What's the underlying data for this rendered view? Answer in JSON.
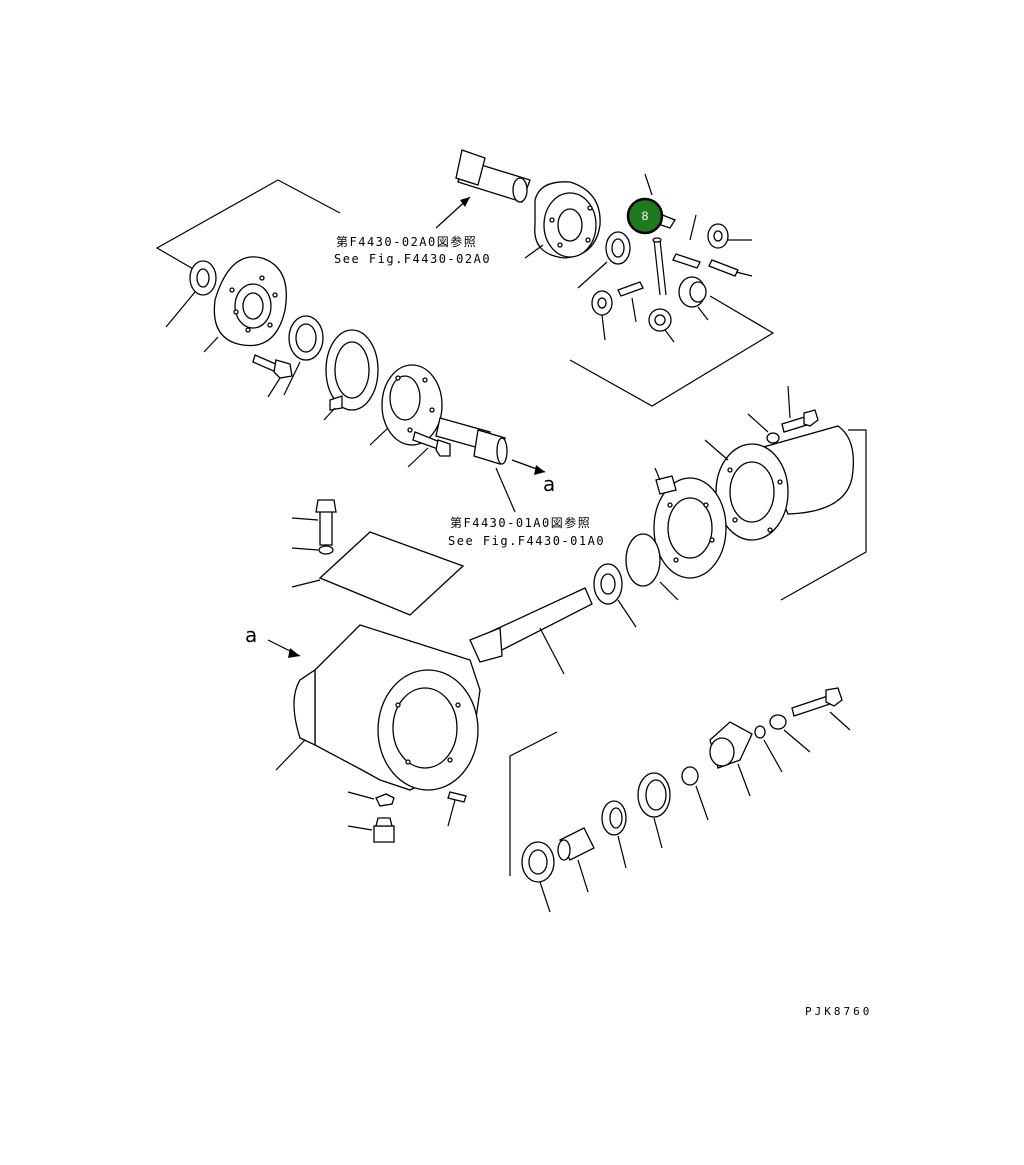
{
  "diagram": {
    "references": [
      {
        "jp": "第F4430-02A0図参照",
        "en": "See Fig.F4430-02A0"
      },
      {
        "jp": "第F4430-01A0図参照",
        "en": "See Fig.F4430-01A0"
      }
    ],
    "view_marker": "a",
    "arrow_marker": "a",
    "drawing_code": "PJK8760",
    "highlighted_callout": {
      "number": "8",
      "color": "#1f7a1f"
    }
  }
}
